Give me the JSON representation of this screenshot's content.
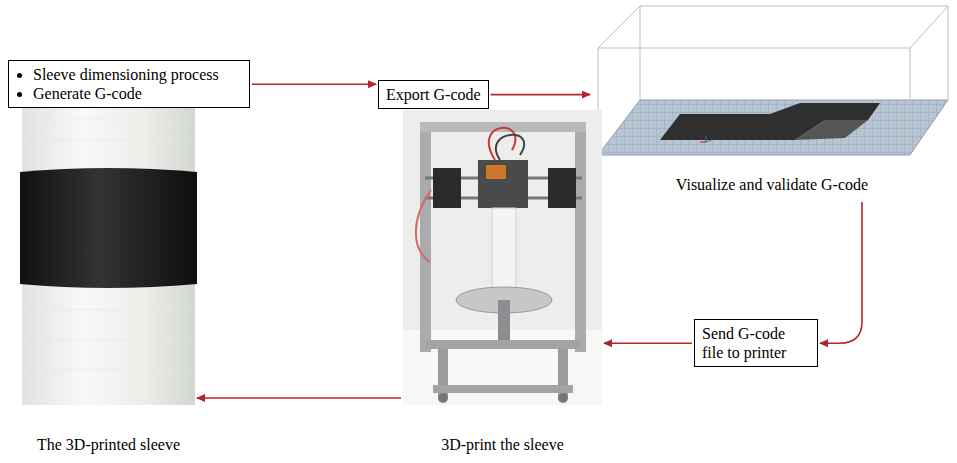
{
  "diagram": {
    "nodes": [
      {
        "text": [
          "Sleeve dimensioning process",
          "Generate G-code"
        ]
      },
      {
        "text": [
          "Export G-code"
        ]
      },
      {
        "text": [
          "Visualize and validate G-code"
        ]
      },
      {
        "text": [
          "Send G-code file to printer"
        ]
      },
      {
        "text": [
          "3D-print the sleeve"
        ]
      },
      {
        "text": [
          "The 3D-printed sleeve"
        ]
      }
    ],
    "edges": [
      {
        "from": 0,
        "to": 1,
        "arrow": "to"
      },
      {
        "from": 1,
        "to": 2,
        "arrow": "to"
      },
      {
        "from": 2,
        "to": 3,
        "arrow": "to"
      },
      {
        "from": 3,
        "to": 4,
        "arrow": "to"
      },
      {
        "from": 4,
        "to": 5,
        "arrow": "to"
      }
    ]
  }
}
